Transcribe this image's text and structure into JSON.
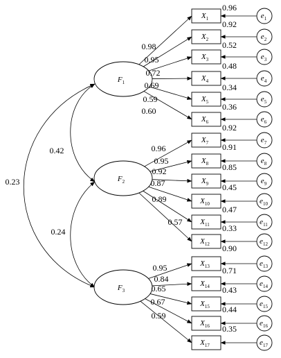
{
  "factors": [
    {
      "name": "F",
      "sub": "1"
    },
    {
      "name": "F",
      "sub": "2"
    },
    {
      "name": "F",
      "sub": "3"
    }
  ],
  "indicators": [
    {
      "name": "X",
      "sub": "1",
      "factor": 0,
      "loading": "0.98",
      "error_var": "0.96",
      "error": "1"
    },
    {
      "name": "X",
      "sub": "2",
      "factor": 0,
      "loading": "0.95",
      "error_var": "0.92",
      "error": "2"
    },
    {
      "name": "X",
      "sub": "3",
      "factor": 0,
      "loading": "0.72",
      "error_var": "0.52",
      "error": "3"
    },
    {
      "name": "X",
      "sub": "4",
      "factor": 0,
      "loading": "0.69",
      "error_var": "0.48",
      "error": "4"
    },
    {
      "name": "X",
      "sub": "5",
      "factor": 0,
      "loading": "0.59",
      "error_var": "0.34",
      "error": "5"
    },
    {
      "name": "X",
      "sub": "6",
      "factor": 0,
      "loading": "0.60",
      "error_var": "0.36",
      "error": "6"
    },
    {
      "name": "X",
      "sub": "7",
      "factor": 1,
      "loading": "0.96",
      "error_var": "0.92",
      "error": "7"
    },
    {
      "name": "X",
      "sub": "8",
      "factor": 1,
      "loading": "0.95",
      "error_var": "0.91",
      "error": "8"
    },
    {
      "name": "X",
      "sub": "9",
      "factor": 1,
      "loading": "0.92",
      "error_var": "0.85",
      "error": "9"
    },
    {
      "name": "X",
      "sub": "10",
      "factor": 1,
      "loading": "0.87",
      "error_var": "0.45",
      "error": "10"
    },
    {
      "name": "X",
      "sub": "11",
      "factor": 1,
      "loading": "0.89",
      "error_var": "0.47",
      "error": "11"
    },
    {
      "name": "X",
      "sub": "12",
      "factor": 1,
      "loading": "0.57",
      "error_var": "0.33",
      "error": "12"
    },
    {
      "name": "X",
      "sub": "13",
      "factor": 2,
      "loading": "0.95",
      "error_var": "0.90",
      "error": "13"
    },
    {
      "name": "X",
      "sub": "14",
      "factor": 2,
      "loading": "0.84",
      "error_var": "0.71",
      "error": "14"
    },
    {
      "name": "X",
      "sub": "15",
      "factor": 2,
      "loading": "0.65",
      "error_var": "0.43",
      "error": "15"
    },
    {
      "name": "X",
      "sub": "16",
      "factor": 2,
      "loading": "0.67",
      "error_var": "0.44",
      "error": "16"
    },
    {
      "name": "X",
      "sub": "17",
      "factor": 2,
      "loading": "0.59",
      "error_var": "0.35",
      "error": "17"
    }
  ],
  "error_name": "e",
  "correlations": [
    {
      "from": 0,
      "to": 1,
      "value": "0.42"
    },
    {
      "from": 1,
      "to": 2,
      "value": "0.24"
    },
    {
      "from": 0,
      "to": 2,
      "value": "0.23"
    }
  ]
}
